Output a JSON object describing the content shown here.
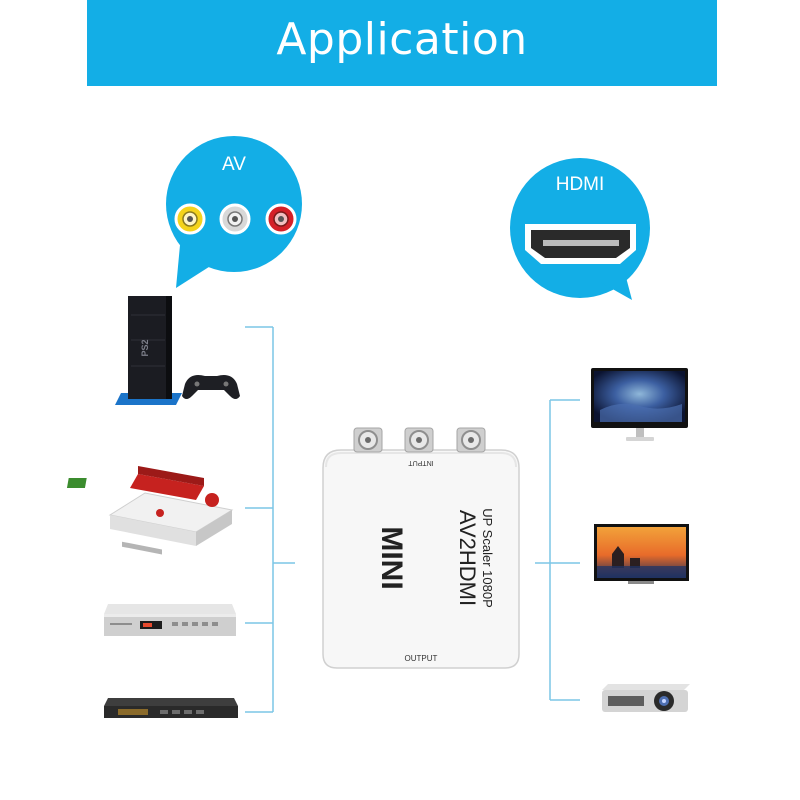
{
  "title": "Application",
  "av_bubble": {
    "label": "AV",
    "connectors": [
      "yellow-rca",
      "white-rca",
      "red-rca"
    ]
  },
  "hdmi_bubble": {
    "label": "HDMI"
  },
  "adapter": {
    "brand": "MINI",
    "model": "AV2HDMI",
    "subtitle": "UP Scaler 1080P",
    "input_label": "INTPUT",
    "output_label": "OUTPUT"
  },
  "sources": [
    "PS2 console",
    "retro game console",
    "DVD player",
    "set-top box"
  ],
  "ps2_logo": "PS2",
  "displays": [
    "monitor",
    "tv",
    "projector"
  ],
  "colors": {
    "accent": "#13aee6",
    "line": "#7cc6e6",
    "rca_yellow": "#f4d31c",
    "rca_white": "#d8d8d8",
    "rca_red": "#d42027"
  }
}
